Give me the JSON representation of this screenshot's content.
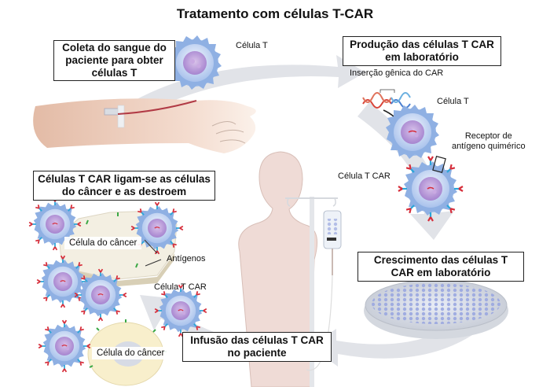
{
  "title": "Tratamento com células T-CAR",
  "steps": {
    "collection": "Coleta do sangue do paciente para obter células T",
    "production": "Produção das células T CAR em laboratório",
    "growth": "Crescimento das células T CAR em laboratório",
    "infusion": "Infusão das células T CAR no paciente",
    "binding": "Células T CAR ligam-se as células do câncer e as destroem"
  },
  "labels": {
    "t_cell_top": "Célula T",
    "gene_insertion": "Inserção gênica do CAR",
    "t_cell_lab": "Célula T",
    "car_receptor_line1": "Receptor de",
    "car_receptor_line2": "antígeno quimérico",
    "car_t_cell_lab": "Célula T CAR",
    "cancer_cell_1": "Célula do câncer",
    "antigens": "Antígenos",
    "car_t_cell_body": "Célula T CAR",
    "cancer_cell_2": "Célula do câncer"
  },
  "colors": {
    "arrow": "#dfe1e6",
    "cell_membrane": "#8fb0e3",
    "nucleus": "#b89ad6",
    "skin": "#f2d6c7",
    "silhouette": "#efdbd6",
    "cancer": "#f6ecd0",
    "receptor_red": "#d62d3a",
    "receptor_blue": "#2aa6d9",
    "antigen_green": "#3aa845"
  }
}
